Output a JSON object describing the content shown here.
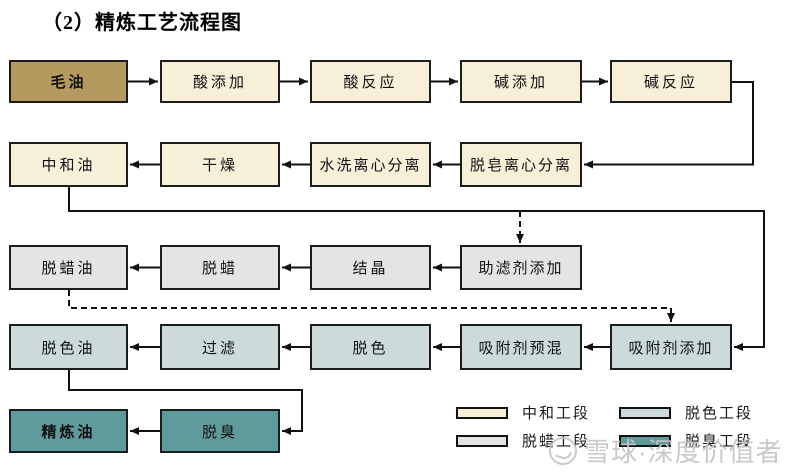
{
  "title": "（2）精炼工艺流程图",
  "nodes": {
    "crude_oil": {
      "label": "毛油",
      "stage": "crude"
    },
    "acid_addition": {
      "label": "酸添加",
      "stage": "neutralization"
    },
    "acid_reaction": {
      "label": "酸反应",
      "stage": "neutralization"
    },
    "alkali_addition": {
      "label": "碱添加",
      "stage": "neutralization"
    },
    "alkali_reaction": {
      "label": "碱反应",
      "stage": "neutralization"
    },
    "neutralized_oil": {
      "label": "中和油",
      "stage": "neutralization"
    },
    "drying": {
      "label": "干燥",
      "stage": "neutralization"
    },
    "water_wash_separation": {
      "label": "水洗离心分离",
      "stage": "neutralization"
    },
    "soap_removal_separation": {
      "label": "脱皂离心分离",
      "stage": "neutralization"
    },
    "dewaxed_oil": {
      "label": "脱蜡油",
      "stage": "dewaxing"
    },
    "dewaxing": {
      "label": "脱蜡",
      "stage": "dewaxing"
    },
    "crystallization": {
      "label": "结晶",
      "stage": "dewaxing"
    },
    "filter_aid_addition": {
      "label": "助滤剂添加",
      "stage": "dewaxing"
    },
    "decolorized_oil": {
      "label": "脱色油",
      "stage": "decolorization"
    },
    "filtration": {
      "label": "过滤",
      "stage": "decolorization"
    },
    "decolorization": {
      "label": "脱色",
      "stage": "decolorization"
    },
    "adsorbent_premix": {
      "label": "吸附剂预混",
      "stage": "decolorization"
    },
    "adsorbent_addition": {
      "label": "吸附剂添加",
      "stage": "decolorization"
    },
    "refined_oil": {
      "label": "精炼油",
      "stage": "deodorization"
    },
    "deodorization": {
      "label": "脱臭",
      "stage": "deodorization"
    }
  },
  "edges": [
    {
      "from": "毛油",
      "to": "酸添加",
      "style": "solid"
    },
    {
      "from": "酸添加",
      "to": "酸反应",
      "style": "solid"
    },
    {
      "from": "酸反应",
      "to": "碱添加",
      "style": "solid"
    },
    {
      "from": "碱添加",
      "to": "碱反应",
      "style": "solid"
    },
    {
      "from": "碱反应",
      "to": "脱皂离心分离",
      "style": "solid"
    },
    {
      "from": "脱皂离心分离",
      "to": "水洗离心分离",
      "style": "solid"
    },
    {
      "from": "水洗离心分离",
      "to": "干燥",
      "style": "solid"
    },
    {
      "from": "干燥",
      "to": "中和油",
      "style": "solid"
    },
    {
      "from": "中和油",
      "to": "吸附剂添加",
      "style": "solid"
    },
    {
      "from": "中和油",
      "to": "助滤剂添加",
      "style": "dashed"
    },
    {
      "from": "助滤剂添加",
      "to": "结晶",
      "style": "solid"
    },
    {
      "from": "结晶",
      "to": "脱蜡",
      "style": "solid"
    },
    {
      "from": "脱蜡",
      "to": "脱蜡油",
      "style": "solid"
    },
    {
      "from": "脱蜡油",
      "to": "吸附剂添加",
      "style": "dashed"
    },
    {
      "from": "吸附剂添加",
      "to": "吸附剂预混",
      "style": "solid"
    },
    {
      "from": "吸附剂预混",
      "to": "脱色",
      "style": "solid"
    },
    {
      "from": "脱色",
      "to": "过滤",
      "style": "solid"
    },
    {
      "from": "过滤",
      "to": "脱色油",
      "style": "solid"
    },
    {
      "from": "脱色油",
      "to": "脱臭",
      "style": "solid"
    },
    {
      "from": "脱臭",
      "to": "精炼油",
      "style": "solid"
    }
  ],
  "legend": {
    "neutralization": "中和工段",
    "dewaxing": "脱蜡工段",
    "decolorization": "脱色工段",
    "deodorization": "脱臭工段"
  },
  "watermark": "雪球·深度价值者",
  "colors": {
    "crude": "#b49a5f",
    "neutralization": "#f8efd9",
    "dewaxing": "#e4e4e4",
    "decolorization": "#ccdbda",
    "deodorization": "#5f9a9d"
  }
}
